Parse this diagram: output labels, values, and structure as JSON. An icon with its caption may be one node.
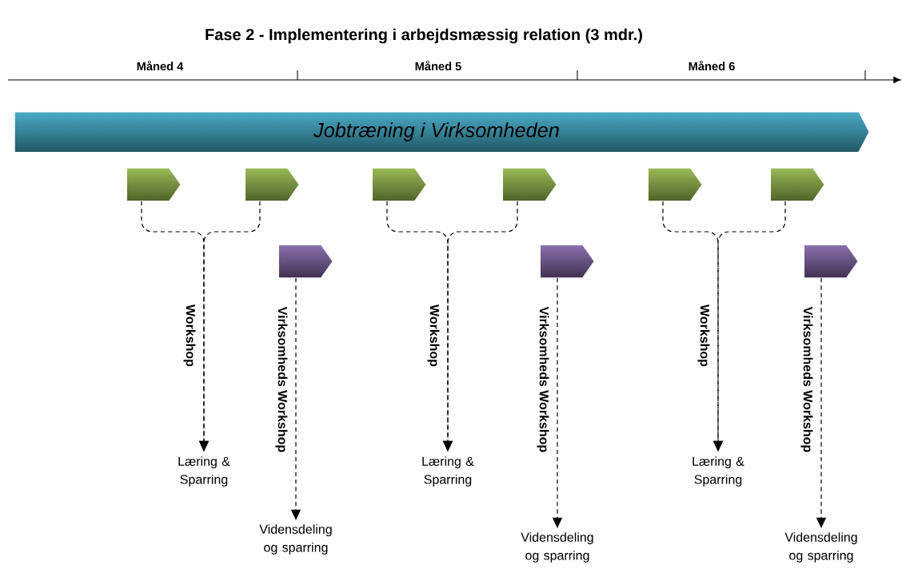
{
  "diagram": {
    "title": "Fase 2 - Implementering i arbejdsmæssig relation (3 mdr.)",
    "nodes": [
      {
        "text": [
          "Jobtræning i Virksomheden"
        ]
      },
      {
        "text": [],
        "shape": "pentagon"
      },
      {
        "text": [],
        "shape": "pentagon"
      },
      {
        "text": [],
        "shape": "pentagon"
      },
      {
        "text": [
          "Læring & Sparring"
        ]
      },
      {
        "text": [
          "Vidensdeling og sparring"
        ]
      },
      {
        "text": [],
        "shape": "pentagon"
      },
      {
        "text": [],
        "shape": "pentagon"
      },
      {
        "text": [],
        "shape": "pentagon"
      },
      {
        "text": [
          "Læring & Sparring"
        ]
      },
      {
        "text": [
          "Vidensdeling og sparring"
        ]
      },
      {
        "text": [],
        "shape": "pentagon"
      },
      {
        "text": [],
        "shape": "pentagon"
      },
      {
        "text": [],
        "shape": "pentagon"
      },
      {
        "text": [
          "Læring & Sparring"
        ]
      },
      {
        "text": [
          "Vidensdeling og sparring"
        ]
      }
    ],
    "edges": [
      {
        "from": 1,
        "to": 4,
        "arrow": "to",
        "style": "dashed",
        "label": "Workshop"
      },
      {
        "from": 2,
        "to": 4,
        "arrow": "to",
        "style": "dashed"
      },
      {
        "from": 3,
        "to": 5,
        "arrow": "to",
        "style": "dashed",
        "label": "Virksomheds Workshop"
      },
      {
        "from": 6,
        "to": 9,
        "arrow": "to",
        "style": "dashed",
        "label": "Workshop"
      },
      {
        "from": 7,
        "to": 9,
        "arrow": "to",
        "style": "dashed"
      },
      {
        "from": 8,
        "to": 10,
        "arrow": "to",
        "style": "dashed",
        "label": "Virksomheds Workshop"
      },
      {
        "from": 11,
        "to": 14,
        "arrow": "to",
        "style": "dashed",
        "label": "Workshop"
      },
      {
        "from": 12,
        "to": 14,
        "arrow": "to",
        "style": "dashed"
      },
      {
        "from": 13,
        "to": 15,
        "arrow": "to",
        "style": "dashed",
        "label": "Virksomheds Workshop"
      }
    ],
    "labels": [
      "Måned 4",
      "Måned 5",
      "Måned 6"
    ]
  }
}
